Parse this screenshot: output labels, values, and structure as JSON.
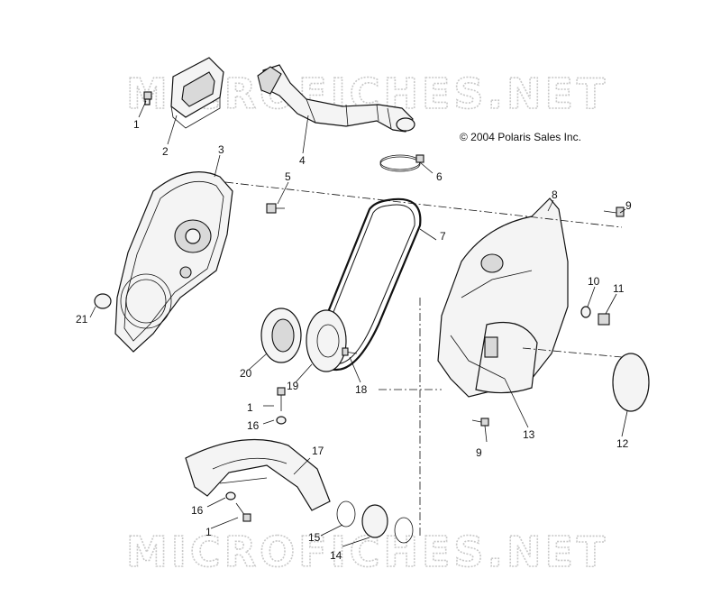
{
  "copyright": "© 2004 Polaris Sales Inc.",
  "watermark_top": "MICROFICHES.NET",
  "watermark_bottom": "MICROFICHES.NET",
  "callouts": {
    "c1a": "1",
    "c2": "2",
    "c3": "3",
    "c4": "4",
    "c5": "5",
    "c6": "6",
    "c7": "7",
    "c8": "8",
    "c9a": "9",
    "c9b": "9",
    "c10": "10",
    "c11": "11",
    "c12": "12",
    "c13": "13",
    "c14": "14",
    "c15": "15",
    "c16a": "16",
    "c16b": "16",
    "c17": "17",
    "c18": "18",
    "c19": "19",
    "c20": "20",
    "c21": "21",
    "c1b": "1",
    "c1c": "1"
  }
}
